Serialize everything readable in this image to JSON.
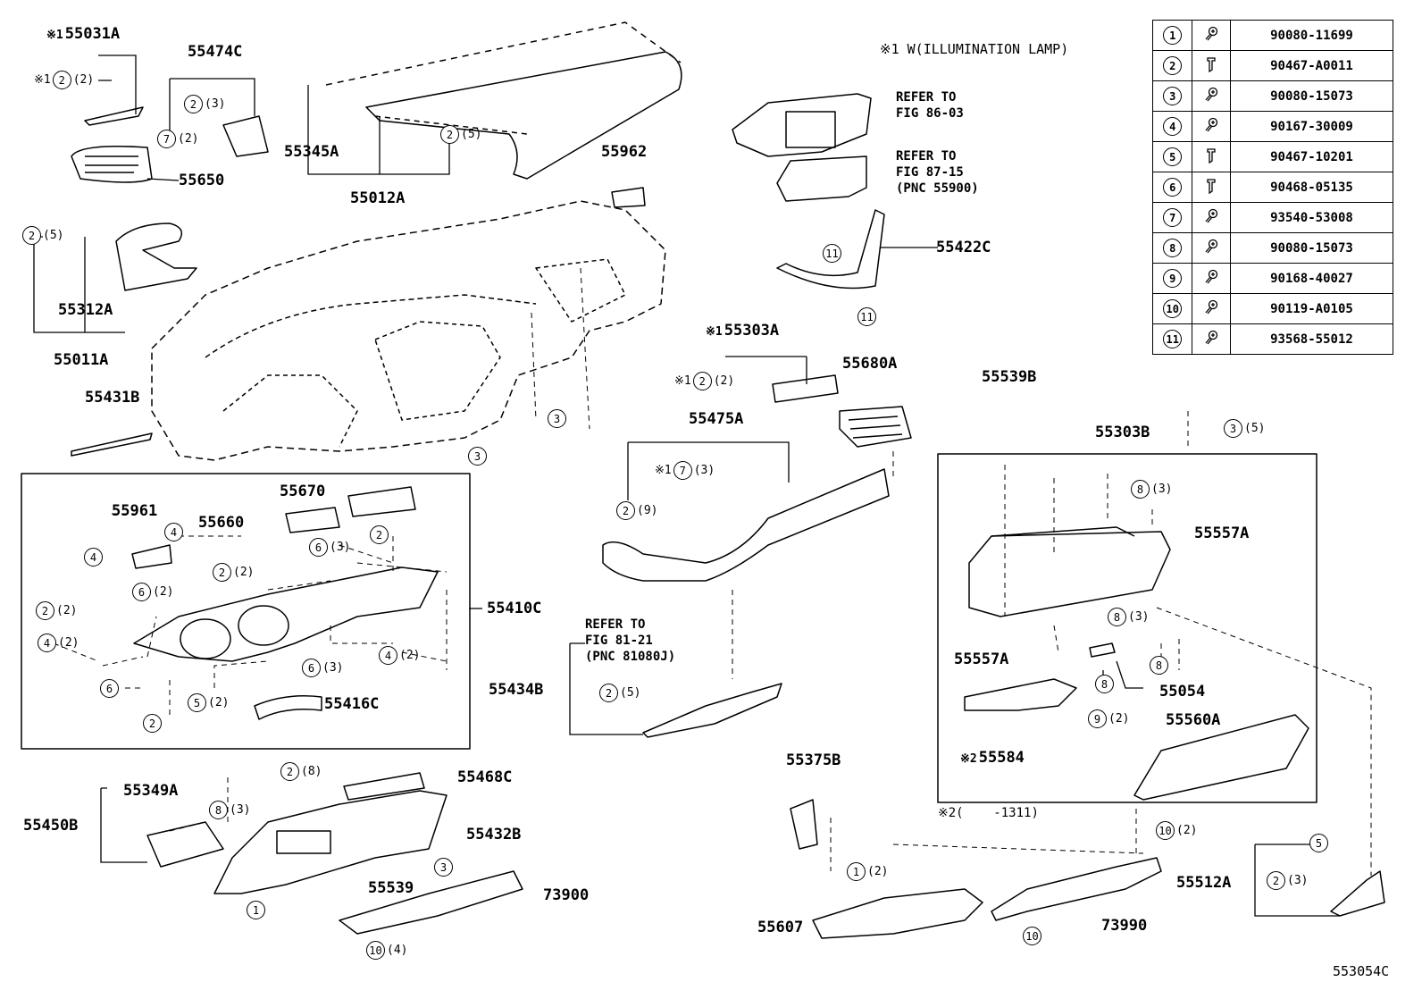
{
  "note": "※1 W(ILLUMINATION LAMP)",
  "subnote": "※2(    -1311)",
  "figure_id": "553054C",
  "fasteners": [
    {
      "num": "1",
      "part": "90080-11699",
      "icon": "screw-icon"
    },
    {
      "num": "2",
      "part": "90467-A0011",
      "icon": "clip-icon"
    },
    {
      "num": "3",
      "part": "90080-15073",
      "icon": "screw-icon"
    },
    {
      "num": "4",
      "part": "90167-30009",
      "icon": "screw-icon"
    },
    {
      "num": "5",
      "part": "90467-10201",
      "icon": "clip-icon"
    },
    {
      "num": "6",
      "part": "90468-05135",
      "icon": "clip-icon"
    },
    {
      "num": "7",
      "part": "93540-53008",
      "icon": "screw-icon"
    },
    {
      "num": "8",
      "part": "90080-15073",
      "icon": "screw-icon"
    },
    {
      "num": "9",
      "part": "90168-40027",
      "icon": "screw-icon"
    },
    {
      "num": "10",
      "part": "90119-A0105",
      "icon": "screw-icon"
    },
    {
      "num": "11",
      "part": "93568-55012",
      "icon": "screw-icon"
    }
  ],
  "refs": {
    "r1": "REFER TO\nFIG 86-03",
    "r2": "REFER TO\nFIG 87-15\n(PNC 55900)",
    "r3": "REFER TO\nFIG 81-21\n(PNC 81080J)"
  },
  "labels": {
    "p55031A": "55031A",
    "p55474C": "55474C",
    "p55345A": "55345A",
    "p55012A": "55012A",
    "p55650": "55650",
    "p55962": "55962",
    "p55422C": "55422C",
    "p55312A": "55312A",
    "p55011A": "55011A",
    "p55303A": "55303A",
    "p55680A": "55680A",
    "p55431B": "55431B",
    "p55539B": "55539B",
    "p55475A": "55475A",
    "p55303B": "55303B",
    "p55670": "55670",
    "p55961": "55961",
    "p55660": "55660",
    "p55557A_r": "55557A",
    "p55410C": "55410C",
    "p55557A_l": "55557A",
    "p55054": "55054",
    "p55434B": "55434B",
    "p55416C": "55416C",
    "p55560A": "55560A",
    "p55584": "55584",
    "p55468C": "55468C",
    "p55349A": "55349A",
    "p55450B": "55450B",
    "p55432B": "55432B",
    "p55375B": "55375B",
    "p55539": "55539",
    "p73900": "73900",
    "p55512A": "55512A",
    "p55607": "55607",
    "p73990": "73990"
  },
  "callouts": {
    "c01": {
      "n": "2",
      "q": "(2)"
    },
    "c02": {
      "n": "2",
      "q": "(3)"
    },
    "c03": {
      "n": "7",
      "q": "(2)"
    },
    "c04": {
      "n": "2",
      "q": "(5)"
    },
    "c05": {
      "n": "11",
      "q": ""
    },
    "c06": {
      "n": "11",
      "q": ""
    },
    "c07": {
      "n": "2",
      "q": "(5)"
    },
    "c08": {
      "n": "2",
      "q": "(2)"
    },
    "c09": {
      "n": "3",
      "q": ""
    },
    "c10": {
      "n": "3",
      "q": ""
    },
    "c11": {
      "n": "7",
      "q": "(3)"
    },
    "c12": {
      "n": "3",
      "q": "(5)"
    },
    "c13": {
      "n": "2",
      "q": "(9)"
    },
    "c14": {
      "n": "8",
      "q": "(3)"
    },
    "c15": {
      "n": "4",
      "q": ""
    },
    "c16": {
      "n": "4",
      "q": ""
    },
    "c17": {
      "n": "6",
      "q": "(3)"
    },
    "c18": {
      "n": "2",
      "q": ""
    },
    "c19": {
      "n": "2",
      "q": "(2)"
    },
    "c20": {
      "n": "6",
      "q": "(2)"
    },
    "c21": {
      "n": "2",
      "q": "(2)"
    },
    "c22": {
      "n": "4",
      "q": "(2)"
    },
    "c23": {
      "n": "6",
      "q": "(3)"
    },
    "c24": {
      "n": "4",
      "q": "(2)"
    },
    "c25": {
      "n": "6",
      "q": ""
    },
    "c26": {
      "n": "5",
      "q": "(2)"
    },
    "c27": {
      "n": "2",
      "q": ""
    },
    "c28": {
      "n": "8",
      "q": "(3)"
    },
    "c29": {
      "n": "8",
      "q": ""
    },
    "c30": {
      "n": "8",
      "q": ""
    },
    "c31": {
      "n": "2",
      "q": "(5)"
    },
    "c32": {
      "n": "9",
      "q": "(2)"
    },
    "c33": {
      "n": "2",
      "q": "(8)"
    },
    "c34": {
      "n": "8",
      "q": "(3)"
    },
    "c35": {
      "n": "3",
      "q": ""
    },
    "c36": {
      "n": "1",
      "q": ""
    },
    "c37": {
      "n": "10",
      "q": "(4)"
    },
    "c38": {
      "n": "1",
      "q": "(2)"
    },
    "c39": {
      "n": "10",
      "q": "(2)"
    },
    "c40": {
      "n": "5",
      "q": ""
    },
    "c41": {
      "n": "2",
      "q": "(3)"
    },
    "c42": {
      "n": "10",
      "q": ""
    }
  }
}
